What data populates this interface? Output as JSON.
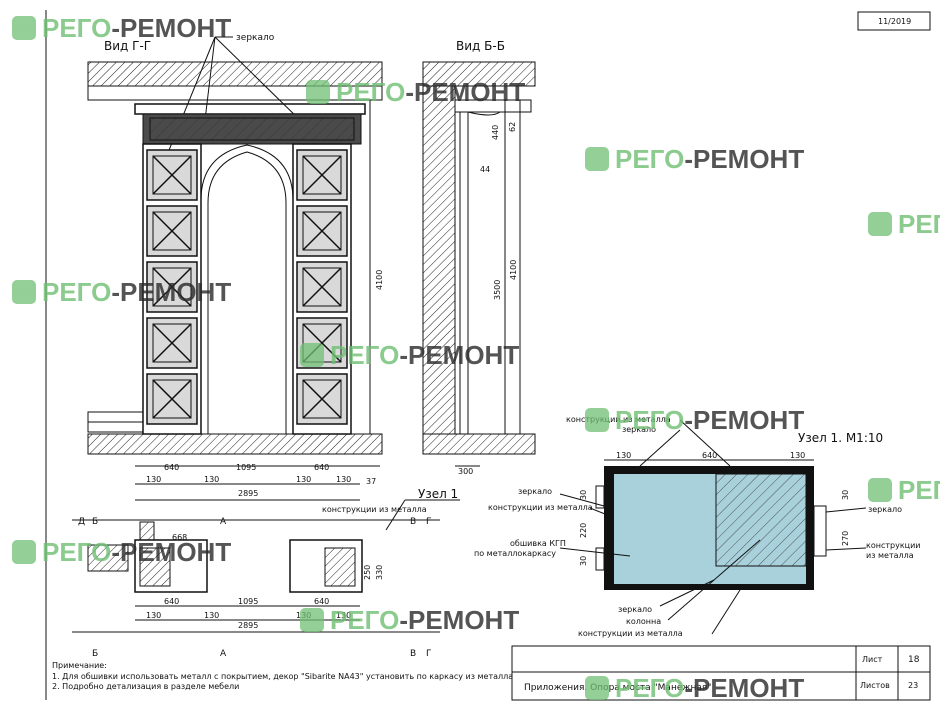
{
  "sheet": {
    "code": "11/2019"
  },
  "watermark": {
    "text_a": "РЕГО",
    "text_b": "-РЕМОНТ",
    "icon": "leaf-square-icon",
    "color_green": "#6fbf73",
    "color_dark": "#2a2a2a"
  },
  "view_gg": {
    "title": "Вид Г-Г",
    "label_mirror": "зеркало",
    "dims": {
      "d640": "640",
      "d130": "130",
      "d1095": "1095",
      "d2895": "2895",
      "d4100": "4100",
      "d37": "37",
      "d640b": "640",
      "d130b": "130",
      "d130c": "130",
      "d130d": "130"
    }
  },
  "view_bb": {
    "title": "Вид Б-Б",
    "dims": {
      "d4100": "4100",
      "d3500": "3500",
      "d300": "300",
      "d440": "440",
      "d62": "62",
      "d44": "44"
    }
  },
  "node": {
    "title": "Узел 1.  М1:10",
    "labels": {
      "metal_top": "конструкции из металла",
      "mirror_top": "зеркало",
      "mirror_left": "зеркало",
      "metal_left": "конструкции из металла",
      "kgp": "обшивка КГП",
      "kgp2": "по металлокаркасу",
      "column": "колонна",
      "mirror_bottom": "зеркало",
      "metal_bottom": "конструкции из металла",
      "mirror_right": "зеркало",
      "metal_right_1": "конструкции",
      "metal_right_2": "из металла"
    },
    "dims": {
      "d130a": "130",
      "d640": "640",
      "d130b": "130",
      "d30a": "30",
      "d220": "220",
      "d30b": "30",
      "d30c": "30",
      "d270": "270"
    },
    "fill_color": "#a9d1dc"
  },
  "plan": {
    "node_ref": "Узел 1",
    "metal_label": "конструкции из металла",
    "axes": {
      "d": "Д",
      "b": "Б",
      "a": "А",
      "v": "В",
      "g": "Г",
      "b2": "Б",
      "a2": "А",
      "v2": "В",
      "g2": "Г"
    },
    "dims": {
      "d640": "640",
      "d130a": "130",
      "d130b": "130",
      "d1095": "1095",
      "d640b": "640",
      "d130c": "130",
      "d130d": "130",
      "d2895": "2895",
      "d668": "668",
      "d250": "250",
      "d330": "330"
    }
  },
  "notes": {
    "title": "Примечание:",
    "line1": "1.  Для обшивки использовать металл с покрытием, декор \"Sibarite NA43\" установить по каркасу из металла",
    "line2": "2.  Подробно детализация в разделе мебели"
  },
  "title_block": {
    "sheet_label": "Лист",
    "sheet_number": "18",
    "sheets_label": "Листов",
    "sheets_number": "23",
    "caption": "Приложения. Опора моста \"Манежная\""
  }
}
